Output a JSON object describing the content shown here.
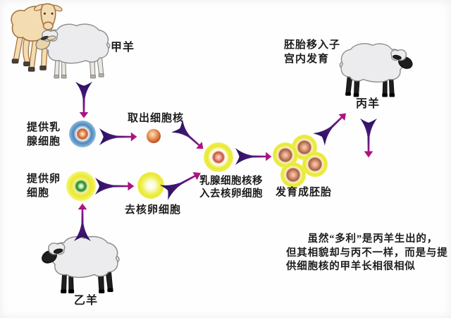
{
  "diagram": {
    "labels": {
      "sheep_a": "甲羊",
      "sheep_b": "乙羊",
      "sheep_c": "丙羊",
      "provide_mammary": "提供乳\n腺细胞",
      "extract_nucleus": "取出细胞核",
      "provide_egg": "提供卵\n细胞",
      "enucleated_egg": "去核卵细胞",
      "nuclear_transfer": "乳腺细胞核移\n入去核卵细胞",
      "develop_embryo": "发育成胚胎",
      "implant_uterus": "胚胎移入子\n宫内发育"
    },
    "caption": "　　虽然“多利”是丙羊生出的，\n但其相貌却与丙不一样，而是与提\n供细胞核的甲羊长相很相似",
    "colors": {
      "arrow_dark": "#2a1260",
      "arrow_tip": "#c9137e",
      "egg_yellow": "#e9e92f",
      "mammary_blue": "#4d86bb",
      "mammary_nucleus_orange": "#c2571f",
      "egg_nucleus_green": "#2e8c2e",
      "fused_nucleus_pink": "#c4503a",
      "embryo_nucleus_brown": "#a85a40",
      "sheep_body_gray": "#ececee",
      "dark_face_black": "#1e1e1e",
      "lamb_tan": "#f4dcb2",
      "text_black": "#1d1d1d"
    }
  }
}
